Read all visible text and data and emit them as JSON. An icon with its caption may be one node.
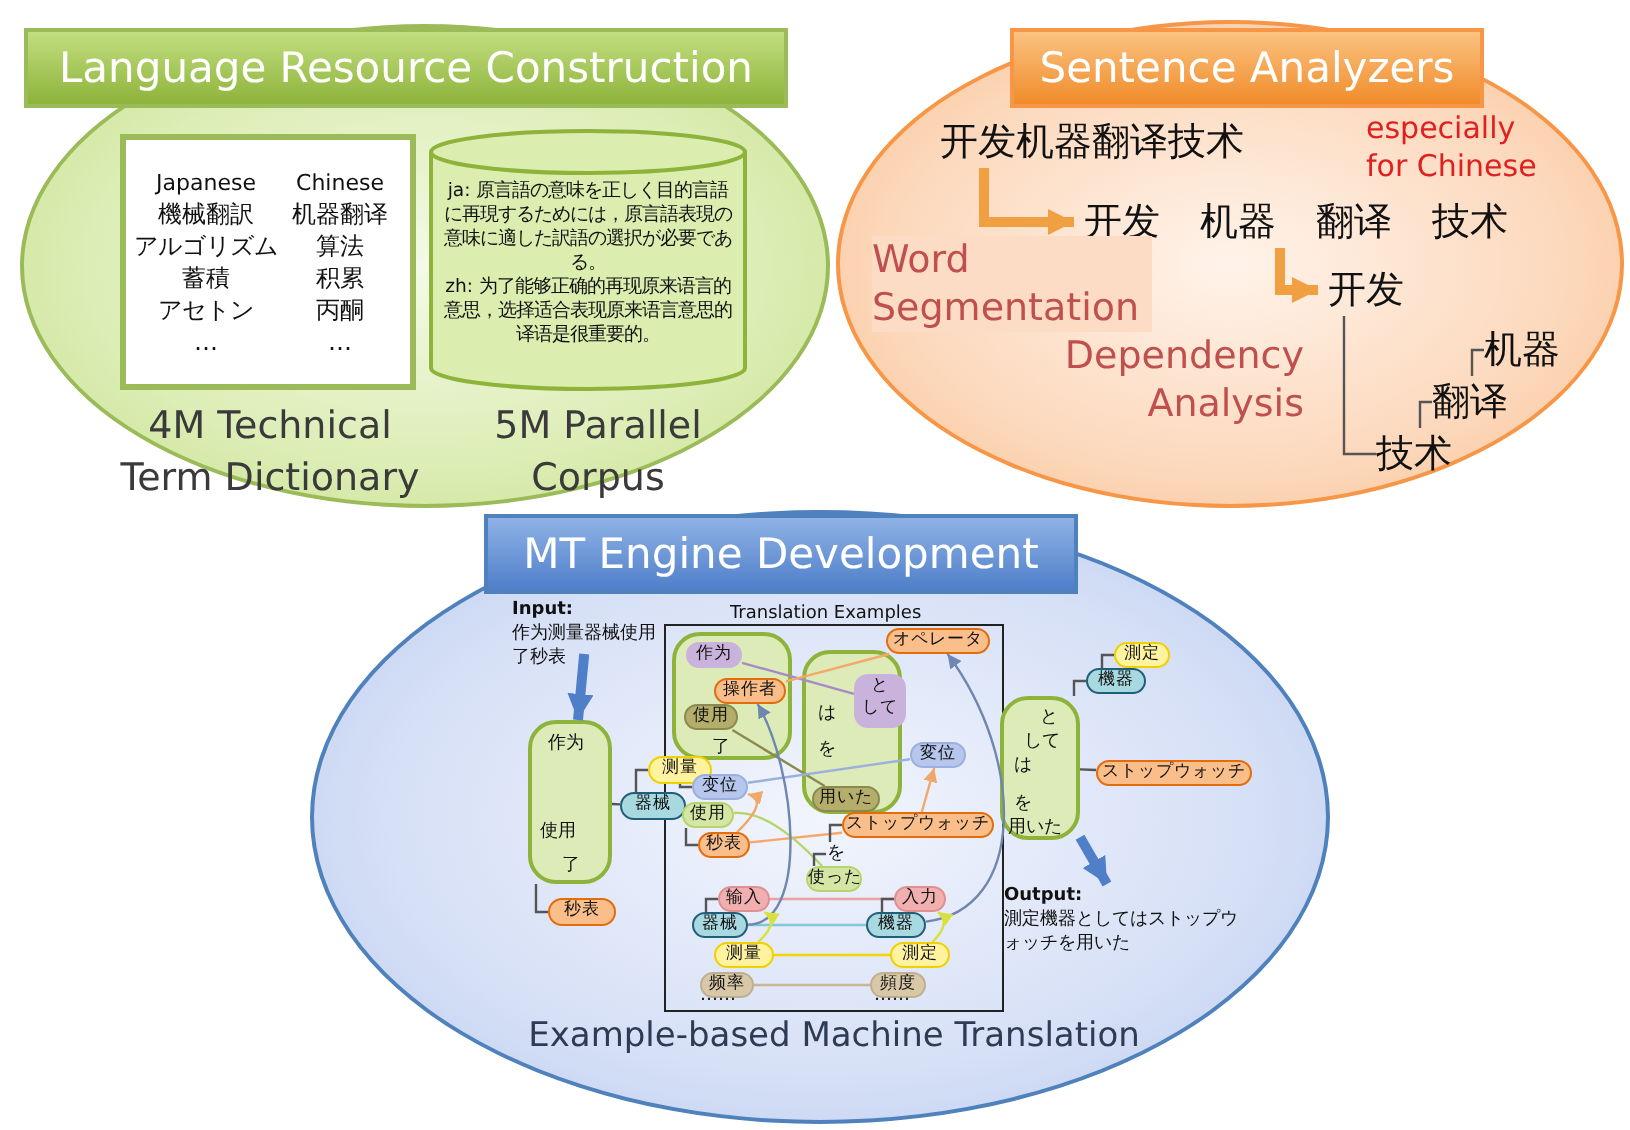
{
  "diagram": {
    "nodes": [
      {
        "text": [
          "Language Resource Construction"
        ]
      },
      {
        "text": [
          "Japanese",
          "Chinese",
          "機械翻訳",
          "机器翻译",
          "アルゴリズム",
          "算法",
          "蓄積",
          "积累",
          "アセトン",
          "丙酮",
          "…",
          "…"
        ],
        "in": 0,
        "beside": [
          "4M Technical Term Dictionary"
        ]
      },
      {
        "text": [
          "ja: 原言語の意味を正しく目的言語に再現するためには，原言語表現の意味に適した訳語の選択が必要である。",
          "zh: 为了能够正确的再现原来语言的意思，选择适合表现原来语言意思的译语是很重要的。"
        ],
        "in": 0,
        "beside": [
          "5M Parallel Corpus"
        ]
      },
      {
        "text": [
          "Sentence Analyzers"
        ]
      },
      {
        "text": [
          "开发机器翻译技术"
        ],
        "in": 3
      },
      {
        "text": [
          "开发 机器 翻译 技术"
        ],
        "in": 3
      },
      {
        "text": [
          "开发"
        ],
        "in": 3
      },
      {
        "text": [
          "机器"
        ],
        "in": 3
      },
      {
        "text": [
          "翻译"
        ],
        "in": 3
      },
      {
        "text": [
          "技术"
        ],
        "in": 3
      },
      {
        "text": [
          "MT Engine Development",
          "Example-based Machine Translation"
        ]
      },
      {
        "text": [
          "Input:",
          "作为测量器械使用了秒表"
        ],
        "in": 10
      },
      {
        "text": [
          "作为",
          "使用",
          "了"
        ],
        "in": 10
      },
      {
        "text": [
          "测量"
        ],
        "in": 10
      },
      {
        "text": [
          "器械"
        ],
        "in": 10
      },
      {
        "text": [
          "秒表"
        ],
        "in": 10
      },
      {
        "text": [
          "Translation Examples"
        ],
        "in": 10
      },
      {
        "text": [
          "了"
        ],
        "in": 16
      },
      {
        "text": [
          "作为"
        ],
        "in": 17
      },
      {
        "text": [
          "操作者"
        ],
        "in": 17
      },
      {
        "text": [
          "使用"
        ],
        "in": 17
      },
      {
        "text": [
          "变位"
        ],
        "in": 16
      },
      {
        "text": [
          "オペレータ"
        ],
        "in": 16
      },
      {
        "text": [
          "は",
          "を"
        ],
        "in": 16
      },
      {
        "text": [
          "と",
          "して"
        ],
        "in": 23
      },
      {
        "text": [
          "用いた"
        ],
        "in": 23
      },
      {
        "text": [
          "変位"
        ],
        "in": 16
      },
      {
        "text": [
          "使用"
        ],
        "in": 16
      },
      {
        "text": [
          "秒表"
        ],
        "in": 16
      },
      {
        "text": [
          "ストップウォッチ"
        ],
        "in": 16
      },
      {
        "text": [
          "を"
        ],
        "in": 16
      },
      {
        "text": [
          "使った"
        ],
        "in": 16
      },
      {
        "text": [
          "输入"
        ],
        "in": 16
      },
      {
        "text": [
          "入力"
        ],
        "in": 16
      },
      {
        "text": [
          "器械"
        ],
        "in": 16
      },
      {
        "text": [
          "機器"
        ],
        "in": 16
      },
      {
        "text": [
          "测量"
        ],
        "in": 16
      },
      {
        "text": [
          "測定"
        ],
        "in": 16
      },
      {
        "text": [
          "频率"
        ],
        "in": 16
      },
      {
        "text": [
          "頻度"
        ],
        "in": 16
      },
      {
        "text": [
          "と",
          "して",
          "は",
          "を",
          "用いた"
        ],
        "in": 10
      },
      {
        "text": [
          "測定"
        ],
        "in": 10
      },
      {
        "text": [
          "機器"
        ],
        "in": 10
      },
      {
        "text": [
          "ストップウォッチ"
        ],
        "in": 10
      },
      {
        "text": [
          "Output:",
          "測定機器としてはストップウォッチを用いた"
        ],
        "in": 10
      }
    ],
    "edges": [
      {
        "from": 4,
        "to": 5,
        "arrow": "to",
        "label": "Word Segmentation",
        "style": "thick",
        "color": "#f0a040"
      },
      {
        "from": 5,
        "to": 6,
        "arrow": "to",
        "style": "thick",
        "color": "#f0a040"
      },
      {
        "from": 7,
        "to": 8,
        "arrow": "none"
      },
      {
        "from": 8,
        "to": 9,
        "arrow": "none"
      },
      {
        "from": 6,
        "to": 9,
        "arrow": "none"
      },
      {
        "from": 11,
        "to": 12,
        "arrow": "to",
        "style": "thick",
        "color": "#4f7fc9"
      },
      {
        "from": 13,
        "to": 14,
        "arrow": "none"
      },
      {
        "from": 14,
        "to": 12,
        "arrow": "none"
      },
      {
        "from": 15,
        "to": 12,
        "arrow": "none"
      },
      {
        "from": 18,
        "to": 24,
        "arrow": "none",
        "color": "#a58cc8"
      },
      {
        "from": 19,
        "to": 22,
        "arrow": "none",
        "color": "#f5a86a"
      },
      {
        "from": 20,
        "to": 25,
        "arrow": "none",
        "color": "#8a8a50"
      },
      {
        "from": 21,
        "to": 26,
        "arrow": "none",
        "color": "#9bb0dc"
      },
      {
        "from": 21,
        "to": 17,
        "arrow": "none"
      },
      {
        "from": 28,
        "to": 27,
        "arrow": "none"
      },
      {
        "from": 28,
        "to": 29,
        "arrow": "none",
        "color": "#f5a86a"
      },
      {
        "from": 27,
        "to": 31,
        "arrow": "none",
        "color": "#b5d56a"
      },
      {
        "from": 29,
        "to": 30,
        "arrow": "none"
      },
      {
        "from": 30,
        "to": 31,
        "arrow": "none"
      },
      {
        "from": 32,
        "to": 33,
        "arrow": "none",
        "color": "#f0a0a0"
      },
      {
        "from": 34,
        "to": 35,
        "arrow": "none",
        "color": "#7ec8d8"
      },
      {
        "from": 36,
        "to": 37,
        "arrow": "none",
        "color": "#f2d400"
      },
      {
        "from": 38,
        "to": 39,
        "arrow": "none",
        "color": "#c8b896"
      },
      {
        "from": 32,
        "to": 34,
        "arrow": "none"
      },
      {
        "from": 33,
        "to": 35,
        "arrow": "none"
      },
      {
        "from": 34,
        "to": 19,
        "arrow": "to",
        "color": "#6f86b0"
      },
      {
        "from": 35,
        "to": 22,
        "arrow": "to",
        "color": "#6f86b0"
      },
      {
        "from": 28,
        "to": 21,
        "arrow": "to",
        "color": "#f0a868"
      },
      {
        "from": 29,
        "to": 26,
        "arrow": "to",
        "color": "#f0a868"
      },
      {
        "from": 36,
        "to": 32,
        "arrow": "to",
        "color": "#d8e040"
      },
      {
        "from": 37,
        "to": 33,
        "arrow": "to",
        "color": "#d8e040"
      },
      {
        "from": 41,
        "to": 42,
        "arrow": "none"
      },
      {
        "from": 42,
        "to": 40,
        "arrow": "none"
      },
      {
        "from": 43,
        "to": 40,
        "arrow": "none"
      },
      {
        "from": 40,
        "to": 44,
        "arrow": "to",
        "style": "thick",
        "color": "#4f7fc9"
      }
    ],
    "labels": [
      "especially for Chinese",
      "Dependency Analysis",
      "……",
      "……"
    ]
  }
}
